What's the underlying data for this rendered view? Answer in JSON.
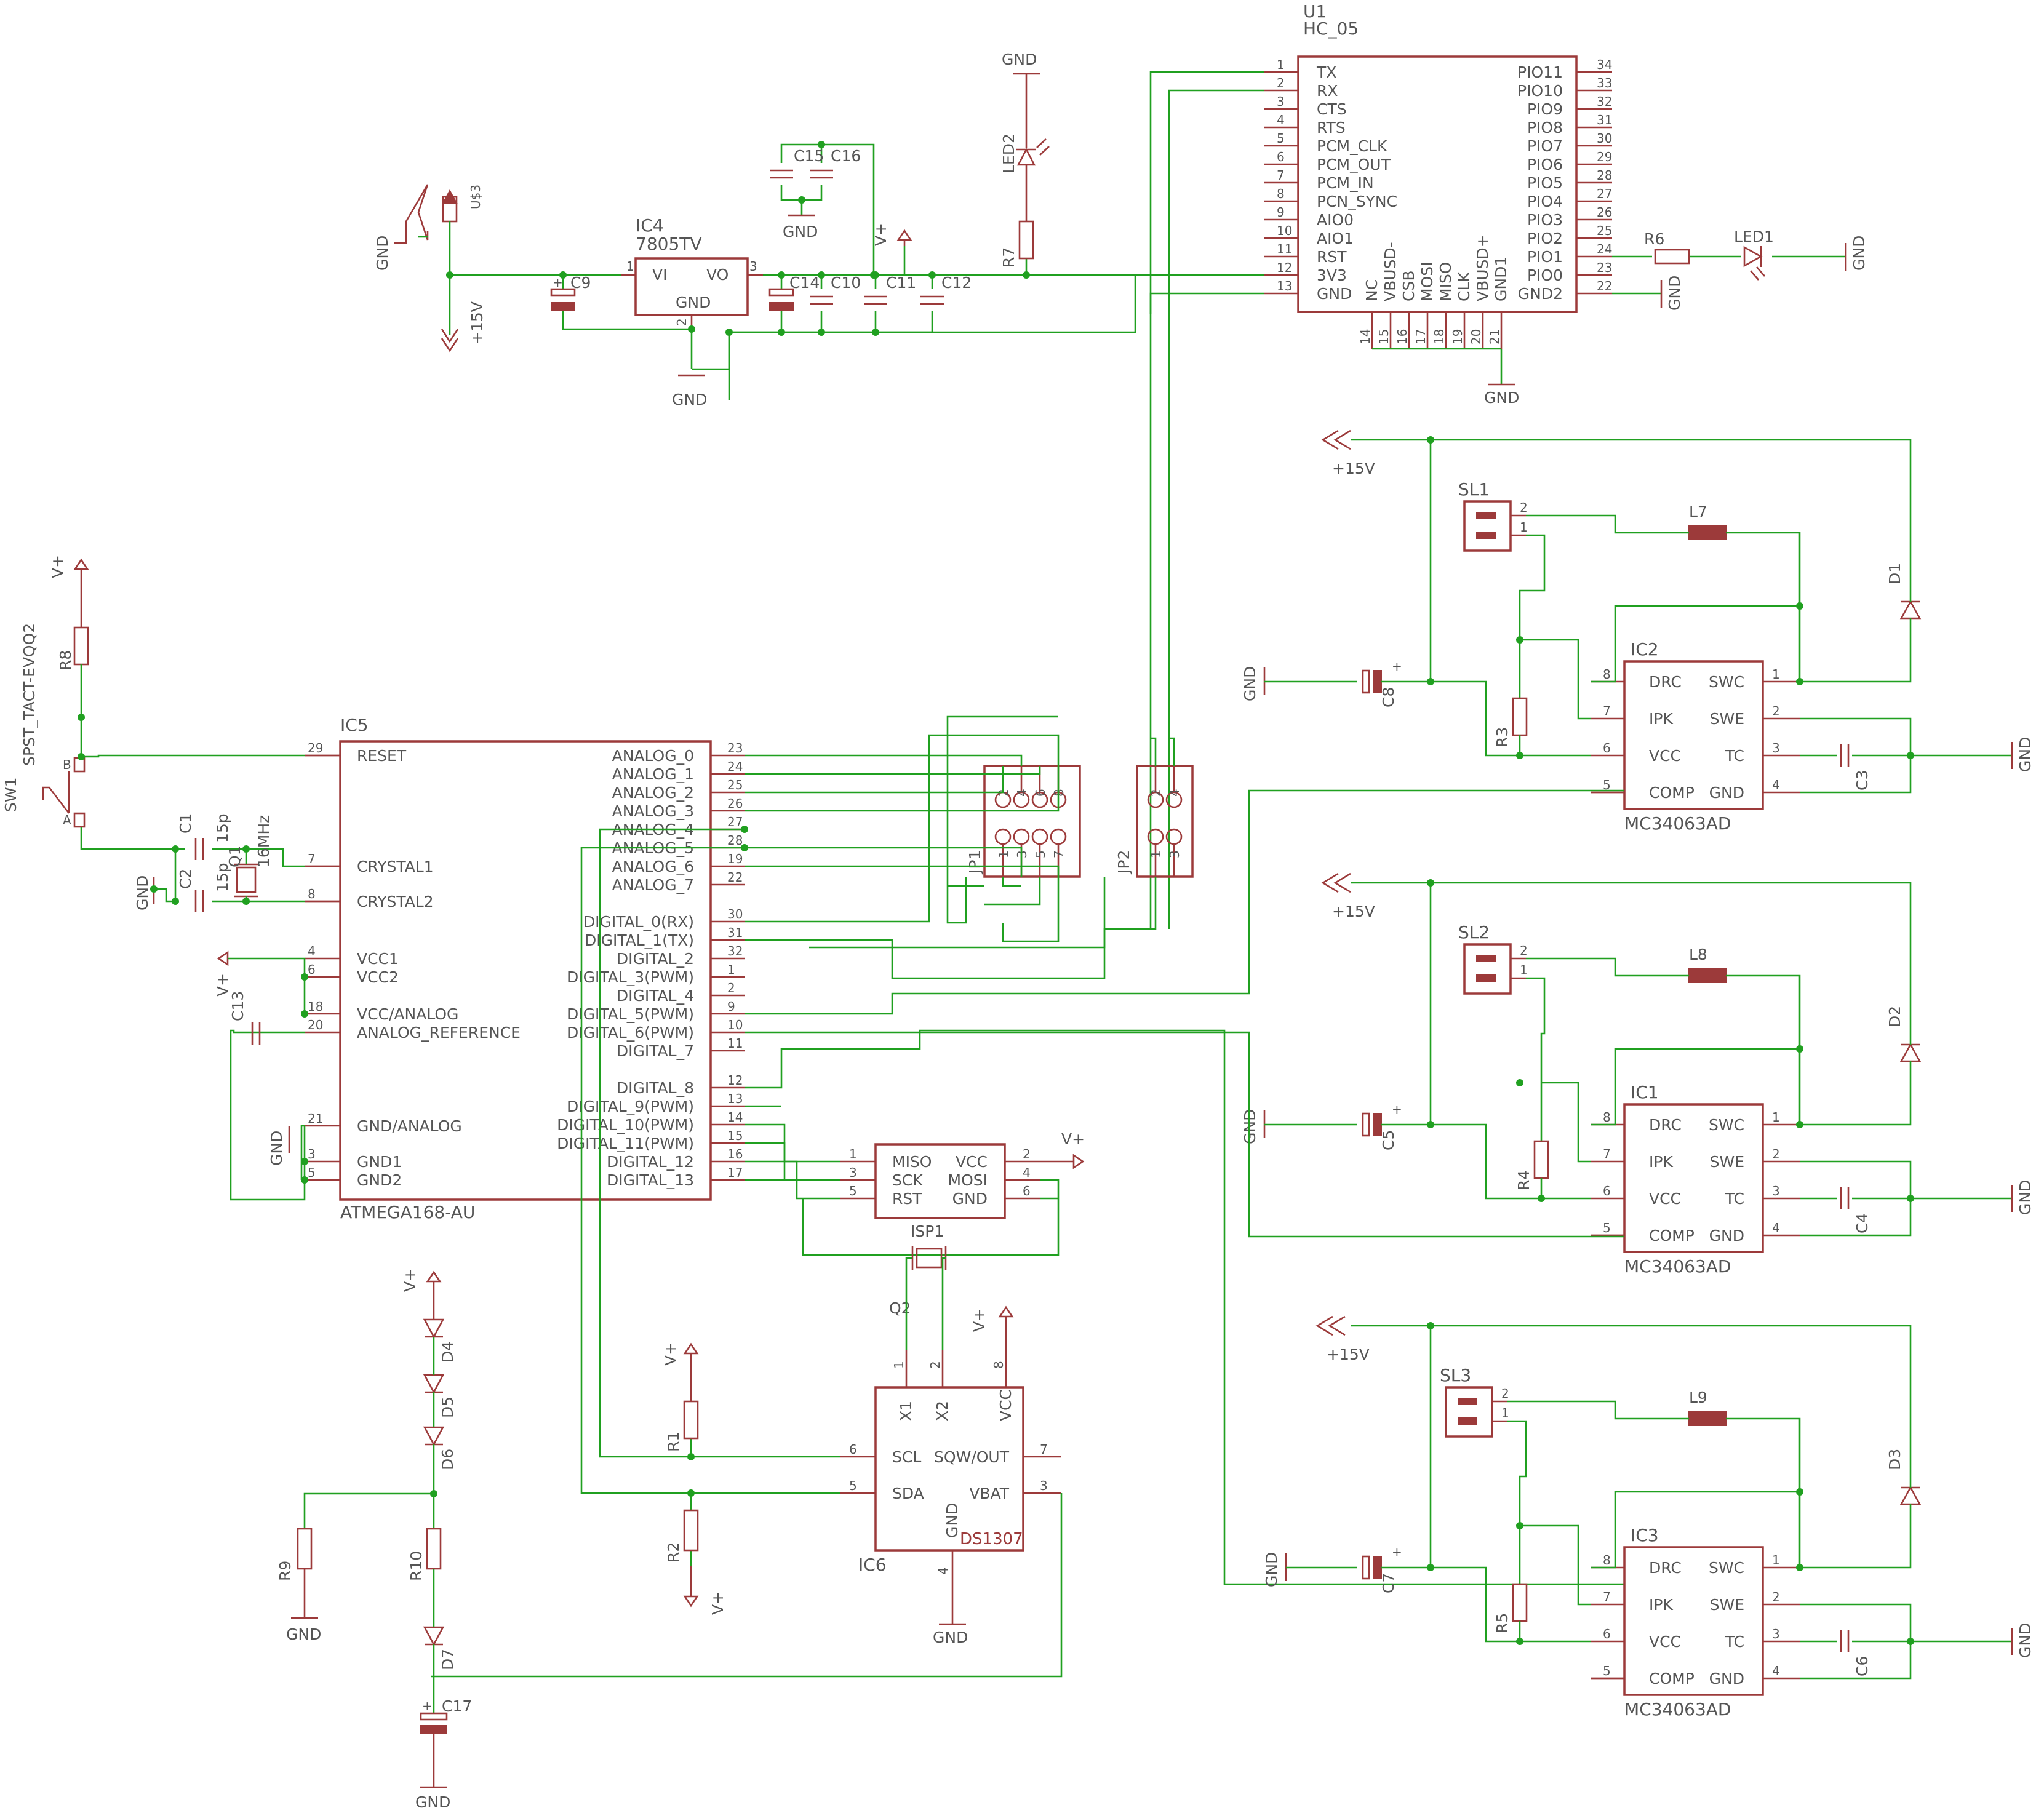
{
  "parts": {
    "u1": {
      "ref": "U1",
      "value": "HC_05",
      "left_pins": [
        "TX",
        "RX",
        "CTS",
        "RTS",
        "PCM_CLK",
        "PCM_OUT",
        "PCM_IN",
        "PCN_SYNC",
        "AIO0",
        "AIO1",
        "RST",
        "3V3",
        "GND"
      ],
      "left_nums": [
        "1",
        "2",
        "3",
        "4",
        "5",
        "6",
        "7",
        "8",
        "9",
        "10",
        "11",
        "12",
        "13"
      ],
      "right_pins": [
        "PIO11",
        "PIO10",
        "PIO9",
        "PIO8",
        "PIO7",
        "PIO6",
        "PIO5",
        "PIO4",
        "PIO3",
        "PIO2",
        "PIO1",
        "PIO0",
        "GND2"
      ],
      "right_nums": [
        "34",
        "33",
        "32",
        "31",
        "30",
        "29",
        "28",
        "27",
        "26",
        "25",
        "24",
        "23",
        "22"
      ],
      "bottom_pins": [
        "NC",
        "VBUSD-",
        "CSB",
        "MOSI",
        "MISO",
        "CLK",
        "VBUSD+",
        "GND1"
      ],
      "bottom_nums": [
        "14",
        "15",
        "16",
        "17",
        "18",
        "19",
        "20",
        "21"
      ]
    },
    "ic5": {
      "ref": "IC5",
      "value": "ATMEGA168-AU",
      "left_pins": [
        "RESET",
        "CRYSTAL1",
        "CRYSTAL2",
        "VCC1",
        "VCC2",
        "VCC/ANALOG",
        "ANALOG_REFERENCE",
        "GND/ANALOG",
        "GND1",
        "GND2"
      ],
      "left_nums": [
        "29",
        "7",
        "8",
        "4",
        "6",
        "18",
        "20",
        "21",
        "3",
        "5"
      ],
      "right_pins": [
        "ANALOG_0",
        "ANALOG_1",
        "ANALOG_2",
        "ANALOG_3",
        "ANALOG_4",
        "ANALOG_5",
        "ANALOG_6",
        "ANALOG_7",
        "DIGITAL_0(RX)",
        "DIGITAL_1(TX)",
        "DIGITAL_2",
        "DIGITAL_3(PWM)",
        "DIGITAL_4",
        "DIGITAL_5(PWM)",
        "DIGITAL_6(PWM)",
        "DIGITAL_7",
        "DIGITAL_8",
        "DIGITAL_9(PWM)",
        "DIGITAL_10(PWM)",
        "DIGITAL_11(PWM)",
        "DIGITAL_12",
        "DIGITAL_13"
      ],
      "right_nums": [
        "23",
        "24",
        "25",
        "26",
        "27",
        "28",
        "19",
        "22",
        "30",
        "31",
        "32",
        "1",
        "2",
        "9",
        "10",
        "11",
        "12",
        "13",
        "14",
        "15",
        "16",
        "17"
      ]
    },
    "ic4": {
      "ref": "IC4",
      "value": "7805TV",
      "vi": "VI",
      "vo": "VO",
      "gnd": "GND",
      "n1": "1",
      "n2": "2",
      "n3": "3"
    },
    "isp1": {
      "ref": "ISP1",
      "l": [
        "MISO",
        "SCK",
        "RST"
      ],
      "r": [
        "VCC",
        "MOSI",
        "GND"
      ],
      "ln": [
        "1",
        "3",
        "5"
      ],
      "rn": [
        "2",
        "4",
        "6"
      ]
    },
    "ic6": {
      "ref": "IC6",
      "value": "DS1307",
      "top": [
        "X1",
        "X2",
        "VCC"
      ],
      "topn": [
        "1",
        "2",
        "8"
      ],
      "l": [
        "SCL",
        "SDA"
      ],
      "ln": [
        "6",
        "5"
      ],
      "r": [
        "SQW/OUT",
        "VBAT"
      ],
      "rn": [
        "7",
        "3"
      ],
      "gnd": "GND",
      "gndn": "4"
    },
    "mc": {
      "value": "MC34063AD",
      "l": [
        "DRC",
        "IPK",
        "VCC",
        "COMP"
      ],
      "ln": [
        "8",
        "7",
        "6",
        "5"
      ],
      "r": [
        "SWC",
        "SWE",
        "TC",
        "GND"
      ],
      "rn": [
        "1",
        "2",
        "3",
        "4"
      ]
    },
    "ic2": "IC2",
    "ic1": "IC1",
    "ic3": "IC3",
    "jp1": {
      "ref": "JP1",
      "top": [
        "2",
        "4",
        "6",
        "8"
      ],
      "bot": [
        "1",
        "3",
        "5",
        "7"
      ]
    },
    "jp2": {
      "ref": "JP2",
      "top": [
        "2",
        "4"
      ],
      "bot": [
        "1",
        "3"
      ]
    },
    "sw1": {
      "ref": "SW1",
      "value": "SPST_TACT-EVQQ2",
      "a": "A",
      "b": "B"
    }
  },
  "labels": {
    "gnd": "GND",
    "vplus": "V+",
    "p15v": "+15V",
    "us3": "U$3",
    "c1": "C1",
    "c1v": "15p",
    "c2": "C2",
    "c2v": "15p",
    "q1": "Q1",
    "q1v": "16MHz",
    "q2": "Q2",
    "c3": "C3",
    "c4": "C4",
    "c5": "C5",
    "c6": "C6",
    "c7": "C7",
    "c8": "C8",
    "c9": "C9",
    "c10": "C10",
    "c11": "C11",
    "c12": "C12",
    "c13": "C13",
    "c14": "C14",
    "c15": "C15",
    "c16": "C16",
    "c17": "C17",
    "r1": "R1",
    "r2": "R2",
    "r3": "R3",
    "r4": "R4",
    "r5": "R5",
    "r6": "R6",
    "r7": "R7",
    "r8": "R8",
    "r9": "R9",
    "r10": "R10",
    "d1": "D1",
    "d2": "D2",
    "d3": "D3",
    "d4": "D4",
    "d5": "D5",
    "d6": "D6",
    "d7": "D7",
    "led1": "LED1",
    "led2": "LED2",
    "l7": "L7",
    "l8": "L8",
    "l9": "L9",
    "sl1": "SL1",
    "sl2": "SL2",
    "sl3": "SL3",
    "one": "1",
    "two": "2",
    "plus": "+"
  },
  "colors": {
    "wire": "#20a020",
    "part": "#9c3a3a",
    "text": "#555555"
  }
}
